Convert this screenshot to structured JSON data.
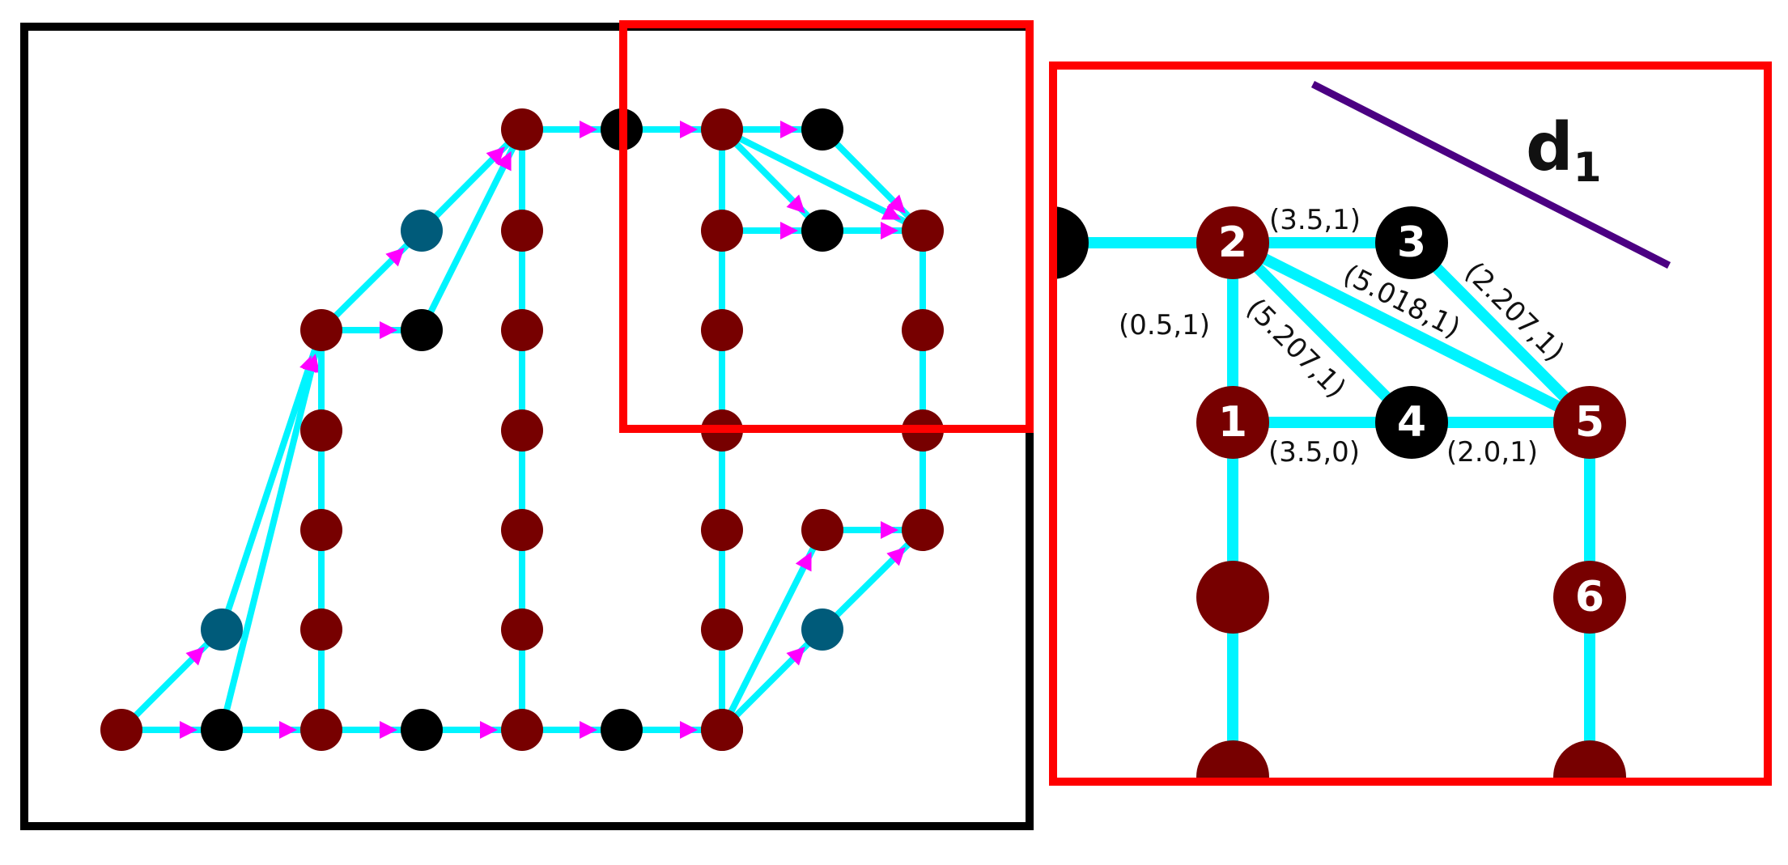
{
  "colors": {
    "edge": "#00f4ff",
    "arrow": "#ff00ff",
    "node_red": "#770000",
    "node_black": "#000000",
    "node_teal": "#005b7a",
    "frame_black": "#000000",
    "frame_red": "#ff0000",
    "line_purple": "#4b0082"
  },
  "left_graph": {
    "nodes": [
      {
        "id": "a1",
        "color": "node_red"
      },
      {
        "id": "a2",
        "color": "node_black"
      },
      {
        "id": "a3",
        "color": "node_red"
      },
      {
        "id": "a4",
        "color": "node_black"
      },
      {
        "id": "a5",
        "color": "node_red"
      },
      {
        "id": "a6",
        "color": "node_black"
      },
      {
        "id": "a7",
        "color": "node_red"
      },
      {
        "id": "b1",
        "color": "node_teal"
      },
      {
        "id": "b2",
        "color": "node_red"
      },
      {
        "id": "b3",
        "color": "node_red"
      },
      {
        "id": "b4",
        "color": "node_red"
      },
      {
        "id": "b5",
        "color": "node_red"
      },
      {
        "id": "b6",
        "color": "node_black"
      },
      {
        "id": "b7",
        "color": "node_teal"
      },
      {
        "id": "c1",
        "color": "node_red"
      },
      {
        "id": "c2",
        "color": "node_red"
      },
      {
        "id": "c3",
        "color": "node_red"
      },
      {
        "id": "c4",
        "color": "node_red"
      },
      {
        "id": "c5",
        "color": "node_red"
      },
      {
        "id": "c6",
        "color": "node_red"
      },
      {
        "id": "c7",
        "color": "node_black"
      },
      {
        "id": "c8",
        "color": "node_red"
      },
      {
        "id": "d2",
        "color": "node_red"
      },
      {
        "id": "d3",
        "color": "node_red"
      },
      {
        "id": "d4",
        "color": "node_red"
      },
      {
        "id": "d5",
        "color": "node_red"
      },
      {
        "id": "d6",
        "color": "node_red"
      },
      {
        "id": "d7",
        "color": "node_red"
      },
      {
        "id": "e1",
        "color": "node_black"
      },
      {
        "id": "e2",
        "color": "node_black"
      },
      {
        "id": "e3",
        "color": "node_teal"
      },
      {
        "id": "f1",
        "color": "node_red"
      },
      {
        "id": "f2",
        "color": "node_red"
      },
      {
        "id": "f3",
        "color": "node_red"
      },
      {
        "id": "f4",
        "color": "node_red"
      },
      {
        "id": "f5",
        "color": "node_red"
      }
    ],
    "edges": [
      {
        "from": "a1",
        "to": "a2",
        "arrow": true
      },
      {
        "from": "a2",
        "to": "a3",
        "arrow": true
      },
      {
        "from": "a3",
        "to": "a4",
        "arrow": true
      },
      {
        "from": "a4",
        "to": "a5",
        "arrow": true
      },
      {
        "from": "a5",
        "to": "a6",
        "arrow": true
      },
      {
        "from": "a6",
        "to": "a7",
        "arrow": true
      },
      {
        "from": "a1",
        "to": "b1",
        "arrow": true
      },
      {
        "from": "b1",
        "to": "b2",
        "arrow": true
      },
      {
        "from": "a2",
        "to": "b2",
        "arrow": true
      },
      {
        "from": "b2",
        "to": "b6",
        "arrow": true
      },
      {
        "from": "b2",
        "to": "b7",
        "arrow": true
      },
      {
        "from": "b7",
        "to": "c1",
        "arrow": true
      },
      {
        "from": "b6",
        "to": "c1",
        "arrow": true
      },
      {
        "from": "c1",
        "to": "c7",
        "arrow": true
      },
      {
        "from": "c7",
        "to": "c8",
        "arrow": true
      },
      {
        "from": "c8",
        "to": "e1",
        "arrow": true
      },
      {
        "from": "c8",
        "to": "e2",
        "arrow": true
      },
      {
        "from": "c8",
        "to": "f2",
        "arrow": true
      },
      {
        "from": "e1",
        "to": "f2",
        "arrow": true
      },
      {
        "from": "d2",
        "to": "e2",
        "arrow": true
      },
      {
        "from": "e2",
        "to": "f2",
        "arrow": true
      },
      {
        "from": "a7",
        "to": "e3",
        "arrow": true
      },
      {
        "from": "a7",
        "to": "b6b",
        "arrow": true
      },
      {
        "from": "e3",
        "to": "f5",
        "arrow": true
      },
      {
        "from": "b6b",
        "to": "f5",
        "arrow": true
      },
      {
        "from": "a3",
        "to": "b5",
        "arrow": false
      },
      {
        "from": "c1",
        "to": "a5",
        "arrow": false
      },
      {
        "from": "c8",
        "to": "a7",
        "arrow": false
      },
      {
        "from": "f2",
        "to": "f5",
        "arrow": false
      }
    ]
  },
  "zoom": {
    "node_labels": [
      "1",
      "2",
      "3",
      "4",
      "5",
      "6"
    ],
    "edge_labels": {
      "e21": "(0.5,1)",
      "e23": "(3.5,1)",
      "e24": "(5.207,1)",
      "e25": "(5.018,1)",
      "e35": "(2.207,1)",
      "e14": "(3.5,0)",
      "e45": "(2.0,1)"
    },
    "distance_label": "d",
    "distance_subscript": "1"
  }
}
